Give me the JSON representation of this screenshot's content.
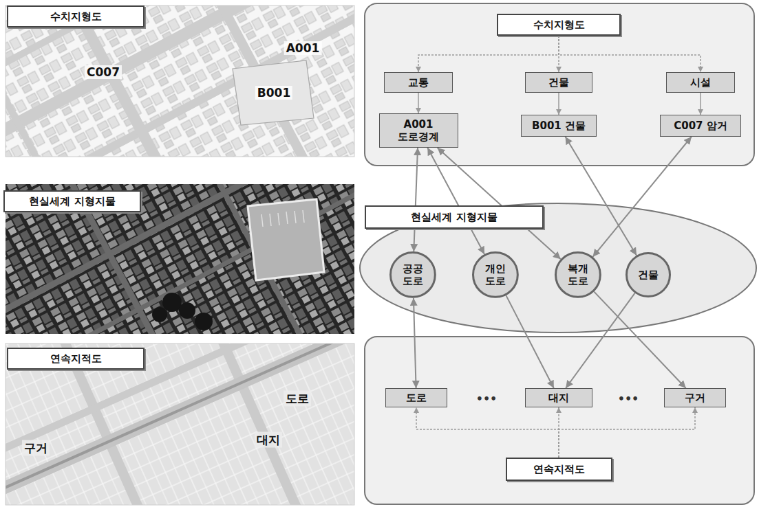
{
  "diagram": {
    "nodes": [
      {
        "text": [
          "수치지형도"
        ]
      },
      {
        "text": [
          "현실세계 지형지물"
        ]
      },
      {
        "text": [
          "연속지적도"
        ]
      },
      {
        "text": [
          "수치지형도"
        ]
      },
      {
        "text": [
          "교통"
        ]
      },
      {
        "text": [
          "건물"
        ]
      },
      {
        "text": [
          "시설"
        ]
      },
      {
        "text": [
          "A001 도로경계"
        ]
      },
      {
        "text": [
          "B001 건물"
        ]
      },
      {
        "text": [
          "C007 암거"
        ]
      },
      {
        "text": [
          "현실세계 지형지물"
        ]
      },
      {
        "text": [
          "공공 도로"
        ]
      },
      {
        "text": [
          "개인 도로"
        ]
      },
      {
        "text": [
          "복개 도로"
        ]
      },
      {
        "text": [
          "건물"
        ]
      },
      {
        "text": [
          "도로"
        ]
      },
      {
        "text": [
          "대지"
        ]
      },
      {
        "text": [
          "구거"
        ]
      },
      {
        "text": [
          "연속지적도"
        ]
      }
    ],
    "edges": [
      {
        "from": 3,
        "to": 4,
        "arrow": "to"
      },
      {
        "from": 3,
        "to": 5,
        "arrow": "to"
      },
      {
        "from": 3,
        "to": 6,
        "arrow": "to"
      },
      {
        "from": 4,
        "to": 7,
        "arrow": "to"
      },
      {
        "from": 5,
        "to": 8,
        "arrow": "to"
      },
      {
        "from": 6,
        "to": 9,
        "arrow": "to"
      },
      {
        "from": 11,
        "to": 7,
        "arrow": "both"
      },
      {
        "from": 12,
        "to": 7,
        "arrow": "both"
      },
      {
        "from": 13,
        "to": 7,
        "arrow": "both"
      },
      {
        "from": 14,
        "to": 8,
        "arrow": "both"
      },
      {
        "from": 13,
        "to": 9,
        "arrow": "both"
      },
      {
        "from": 11,
        "to": 15,
        "arrow": "both"
      },
      {
        "from": 12,
        "to": 16,
        "arrow": "to"
      },
      {
        "from": 14,
        "to": 16,
        "arrow": "to"
      },
      {
        "from": 13,
        "to": 17,
        "arrow": "to"
      },
      {
        "from": 18,
        "to": 15,
        "arrow": "to"
      },
      {
        "from": 18,
        "to": 16,
        "arrow": "to"
      },
      {
        "from": 18,
        "to": 17,
        "arrow": "to"
      }
    ],
    "labels": [
      "A001",
      "C007",
      "B001",
      "도로",
      "대지",
      "구거",
      "•••",
      "•••"
    ]
  }
}
